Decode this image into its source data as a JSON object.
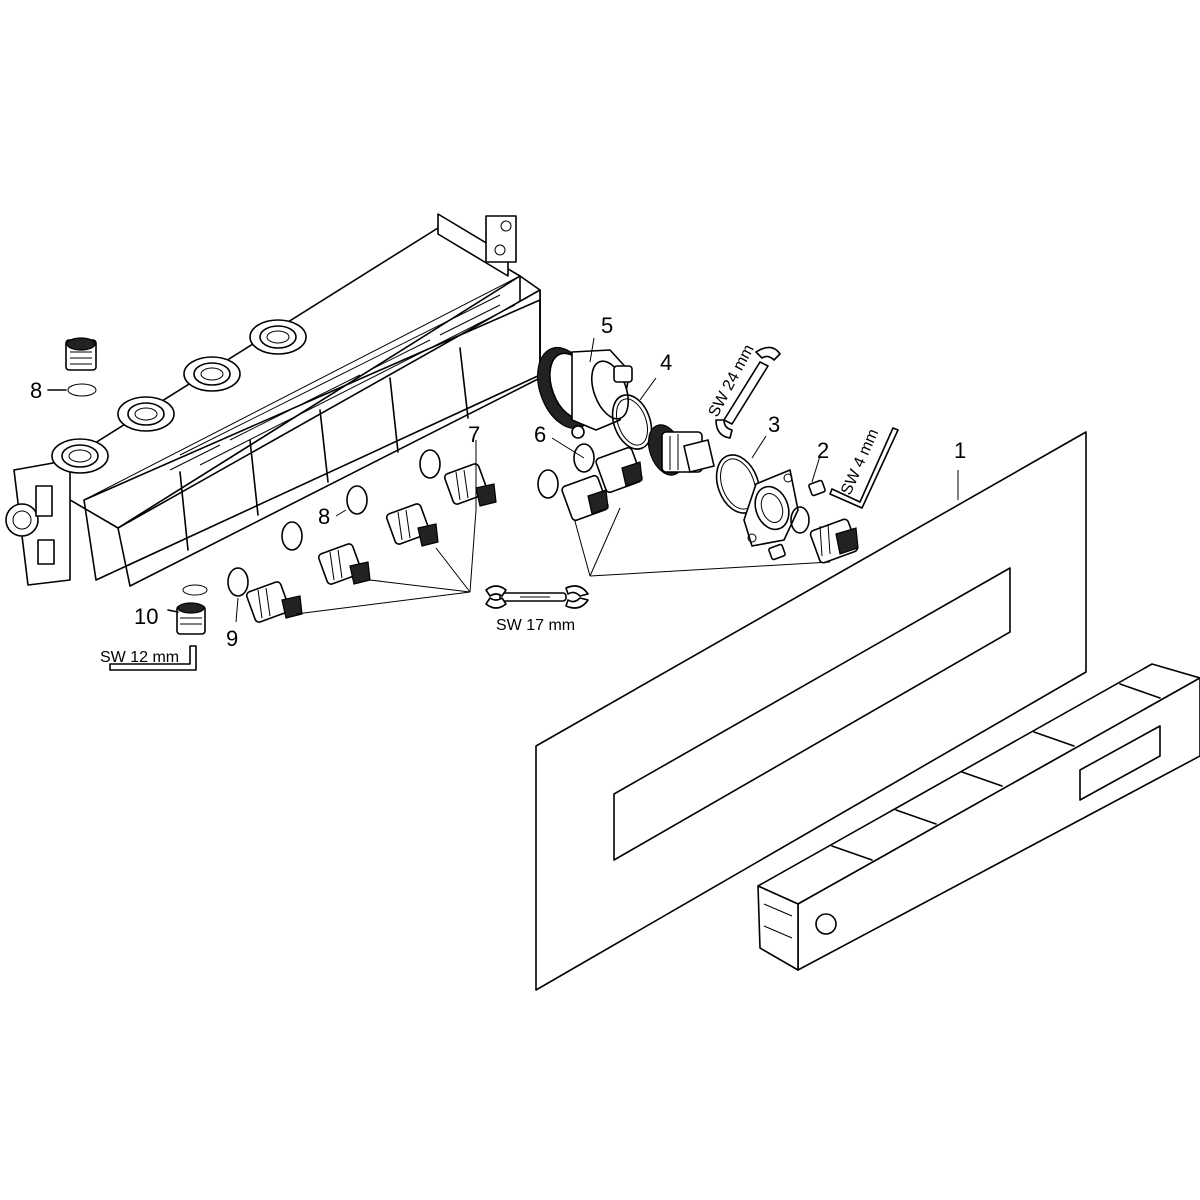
{
  "callouts": {
    "p1": "1",
    "p2": "2",
    "p3": "3",
    "p4": "4",
    "p5": "5",
    "p6": "6",
    "p7": "7",
    "p8a": "8",
    "p8b": "8",
    "p9": "9",
    "p10": "10"
  },
  "tools": {
    "sw24": "SW 24 mm",
    "sw4": "SW 4 mm",
    "sw17": "SW 17 mm",
    "sw12": "SW 12 mm"
  }
}
